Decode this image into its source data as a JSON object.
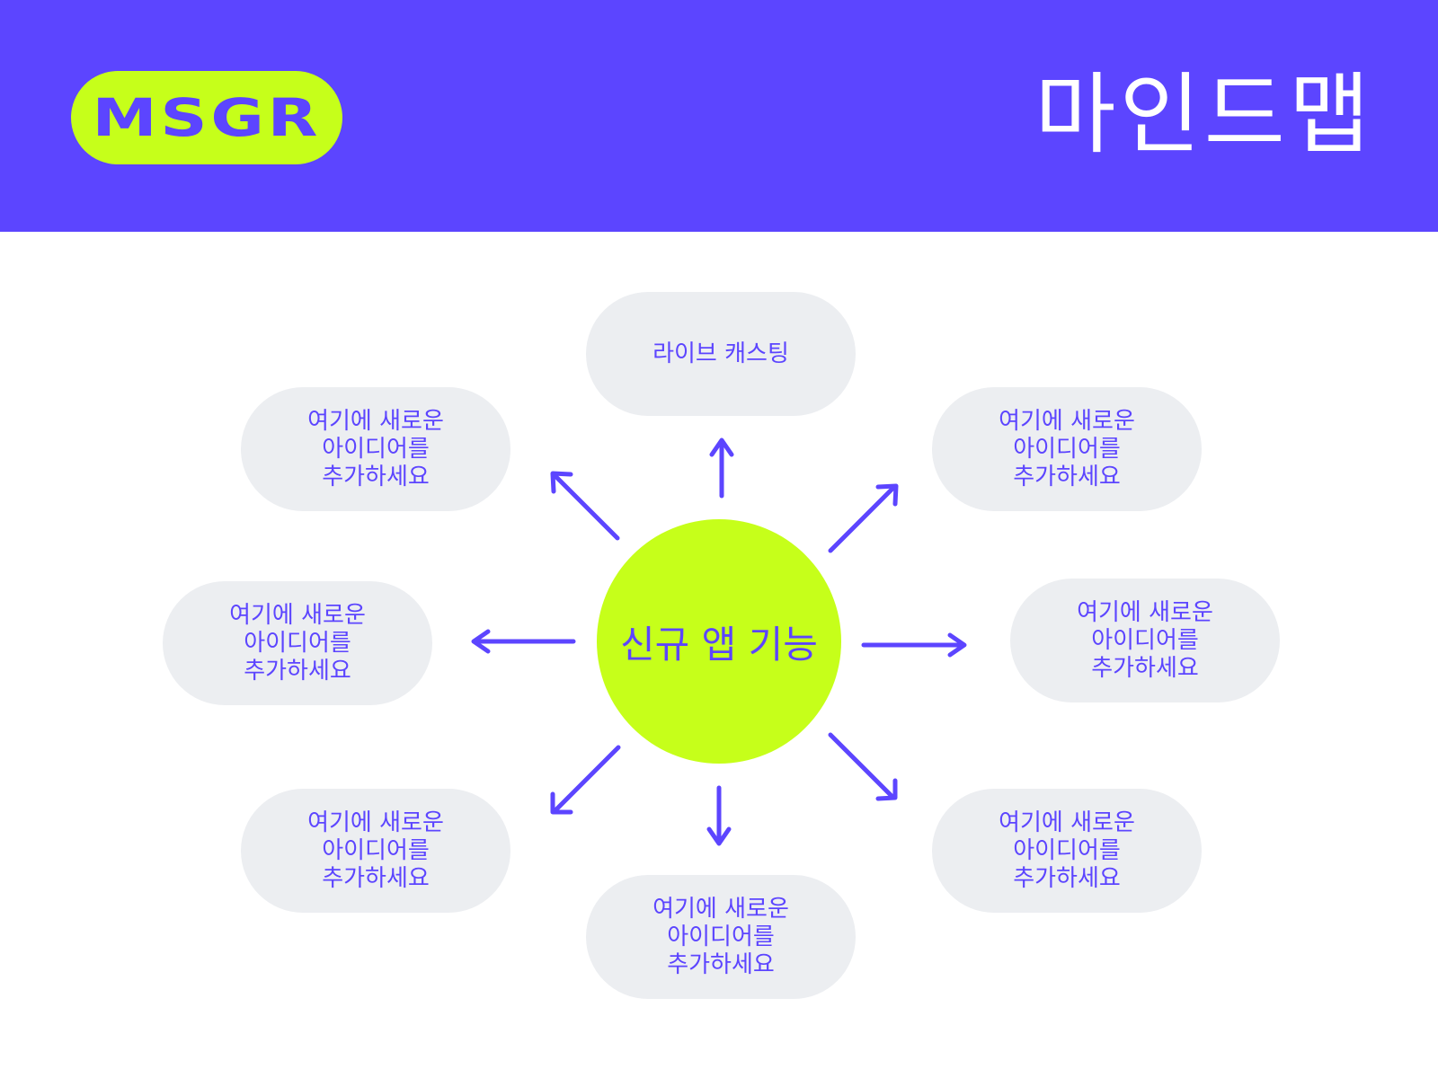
{
  "header": {
    "logo_text": "MSGR",
    "title": "마인드맵"
  },
  "colors": {
    "primary": "#5c45ff",
    "accent": "#c6ff1a",
    "node_fill": "#eceef1",
    "background": "#ffffff"
  },
  "center": {
    "label": "신규 앱 기능"
  },
  "nodes": [
    {
      "label": "라이브 캐스팅"
    },
    {
      "label": "여기에 새로운\n아이디어를\n추가하세요"
    },
    {
      "label": "여기에 새로운\n아이디어를\n추가하세요"
    },
    {
      "label": "여기에 새로운\n아이디어를\n추가하세요"
    },
    {
      "label": "여기에 새로운\n아이디어를\n추가하세요"
    },
    {
      "label": "여기에 새로운\n아이디어를\n추가하세요"
    },
    {
      "label": "여기에 새로운\n아이디어를\n추가하세요"
    },
    {
      "label": "여기에 새로운\n아이디어를\n추가하세요"
    }
  ]
}
